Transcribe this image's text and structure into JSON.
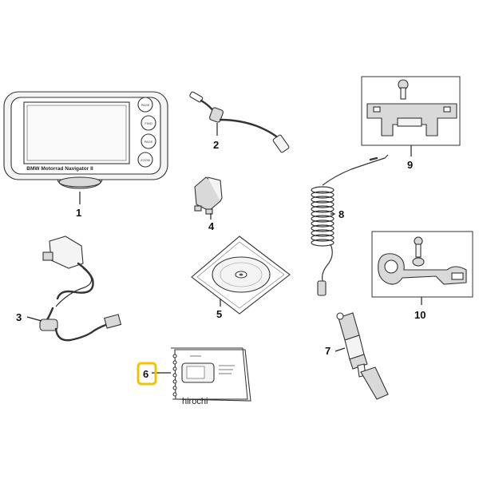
{
  "labels": {
    "l1": "1",
    "l2": "2",
    "l3": "3",
    "l4": "4",
    "l5": "5",
    "l6": "6",
    "l7": "7",
    "l8": "8",
    "l9": "9",
    "l10": "10"
  },
  "device": {
    "screen_text": "BMW Motorrad Navigator II",
    "buttons": [
      "PAGE",
      "FIND",
      "PAGE",
      "ZOOM"
    ]
  },
  "watermark": "hirochi",
  "highlight": {
    "label": "6",
    "color": "#f0c400"
  }
}
